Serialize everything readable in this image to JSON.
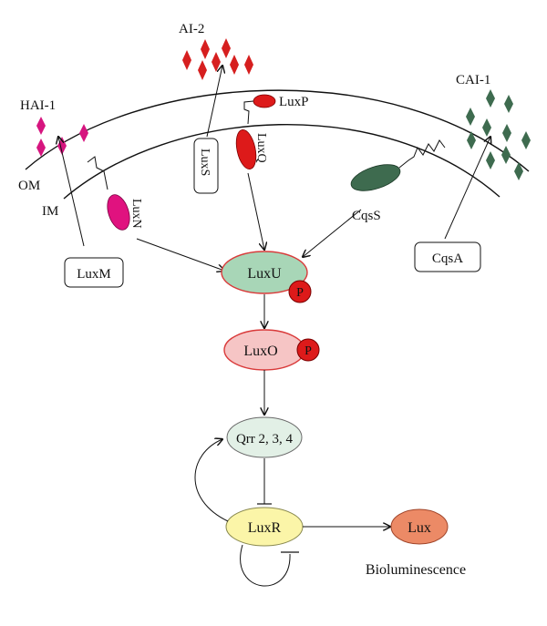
{
  "labels": {
    "hai1": "HAI-1",
    "ai2": "AI-2",
    "cai1": "CAI-1",
    "om": "OM",
    "im": "IM",
    "luxp": "LuxP",
    "luxq": "LuxQ",
    "luxn": "LuxN",
    "luxs": "LuxS",
    "cqss": "CqsS",
    "luxm": "LuxM",
    "cqsa": "CqsA",
    "luxu": "LuxU",
    "luxo": "LuxO",
    "phospho_u": "P",
    "phospho_o": "P",
    "qrr": "Qrr 2, 3, 4",
    "luxr": "LuxR",
    "lux": "Lux",
    "bioluminescence": "Bioluminescence"
  },
  "colors": {
    "hai1_signal": "#d6157f",
    "ai2_signal": "#d61f1f",
    "cai1_signal": "#3e6b4f",
    "luxn": "#e0127f",
    "luxq": "#dd1a1a",
    "luxp": "#dd1a1a",
    "cqss": "#3e6b4f",
    "luxu_fill": "#a8d6b7",
    "luxu_stroke": "#d93a3a",
    "luxo_fill": "#f6c5c5",
    "luxo_stroke": "#d93a3a",
    "phospho": "#dd1a1a",
    "qrr_fill": "#e2f0e6",
    "luxr_fill": "#fbf5a8",
    "lux_fill": "#ec8a66"
  }
}
